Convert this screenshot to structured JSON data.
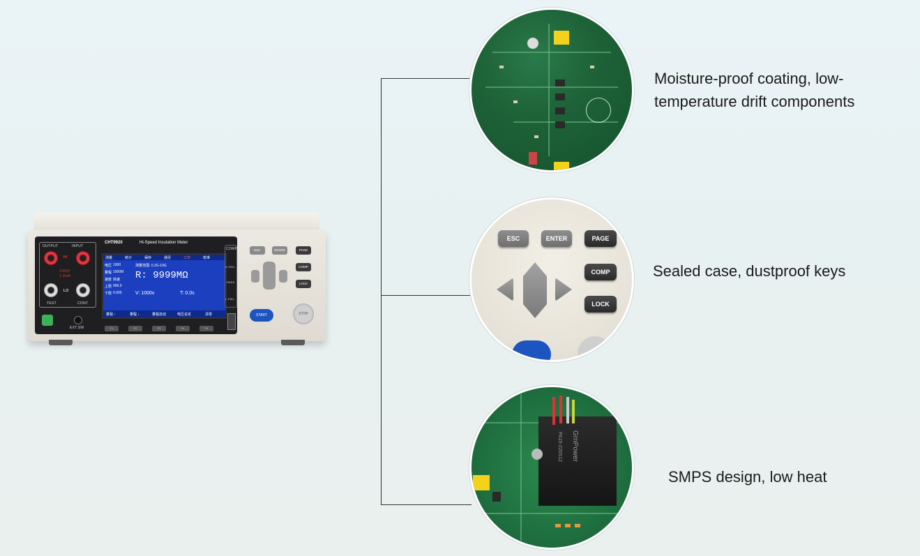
{
  "device": {
    "model": "CHT9920",
    "name": "Hi-Speed Insulation Meter",
    "terminals": {
      "output": "OUTPUT",
      "input": "INPUT",
      "hi": "HI",
      "lo": "LO",
      "test": "TEST",
      "cont": "CONT",
      "warn_v": "1000V",
      "warn_a": "1.0mA"
    },
    "ext_sw": "EXT.SW",
    "screen": {
      "tabs": [
        "测量",
        "统计",
        "保存",
        "通讯",
        "工作",
        "校准"
      ],
      "params": [
        {
          "label": "电压",
          "value": "1000"
        },
        {
          "label": "量程",
          "value": "1000M"
        },
        {
          "label": "速度",
          "value": "快速"
        },
        {
          "label": "上限",
          "value": "999.9"
        },
        {
          "label": "下限",
          "value": "0.000"
        }
      ],
      "range_note": "测量范围: 0.2G-10G",
      "reading": "R:   9999MΩ",
      "voltage": "V: 1000v",
      "time": "T: 0.0s",
      "softkeys": [
        "量程 ↑",
        "量程 ↓",
        "量程自动",
        "电压设定",
        "清零"
      ]
    },
    "fkeys": [
      "F1",
      "F2",
      "F3",
      "F4",
      "F5"
    ],
    "comp_strip": {
      "title": "COMP",
      "upper": "U.FAIL",
      "pass": "PASS",
      "lower": "L.FAIL"
    },
    "keys": {
      "esc": "ESC",
      "enter": "ENTER",
      "page": "PAGE",
      "comp": "COMP",
      "lock": "LOCK"
    },
    "start": "START",
    "stop": "STOP"
  },
  "features": [
    {
      "caption_line1": "Moisture-proof coating, low-",
      "caption_line2": "temperature drift components"
    },
    {
      "caption_line1": "Sealed case, dustproof keys",
      "caption_line2": ""
    },
    {
      "caption_line1": "SMPS design, low heat",
      "caption_line2": ""
    }
  ],
  "zoom_keys": {
    "esc": "ESC",
    "enter": "ENTER",
    "page": "PAGE",
    "comp": "COMP",
    "lock": "LOCK"
  },
  "module_label": {
    "brand": "GrnPower",
    "part": "PA15-220S12"
  }
}
